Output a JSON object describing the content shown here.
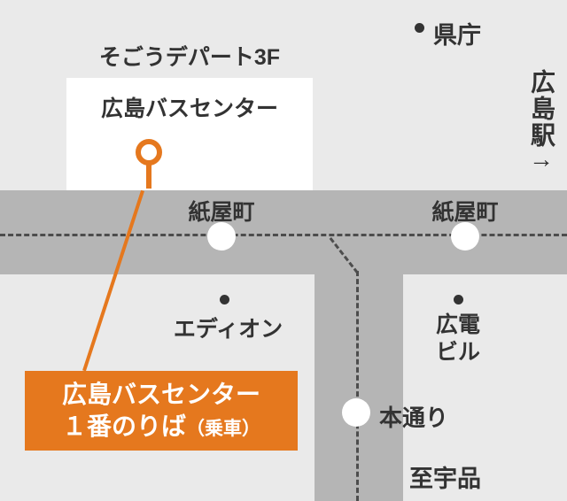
{
  "colors": {
    "background": "#eaeaea",
    "road": "#b5b5b5",
    "accent_orange": "#e5781e",
    "text": "#333333",
    "building_fill": "#ffffff",
    "centerline": "#4d4d4d"
  },
  "building": {
    "caption": "そごうデパート3F",
    "name": "広島バスセンター"
  },
  "stops": {
    "kamiyacho_west": "紙屋町",
    "kamiyacho_east": "紙屋町",
    "hondori": "本通り"
  },
  "landmarks": {
    "prefectural_office": "県庁",
    "edion": "エディオン",
    "hiroden_bldg_line1": "広電",
    "hiroden_bldg_line2": "ビル",
    "to_ujina": "至宇品",
    "hiroshima_station": "広島駅",
    "station_arrow": "→"
  },
  "callout": {
    "line1": "広島バスセンター",
    "line2_main": "１番のりば",
    "line2_small": "（乗車）"
  }
}
